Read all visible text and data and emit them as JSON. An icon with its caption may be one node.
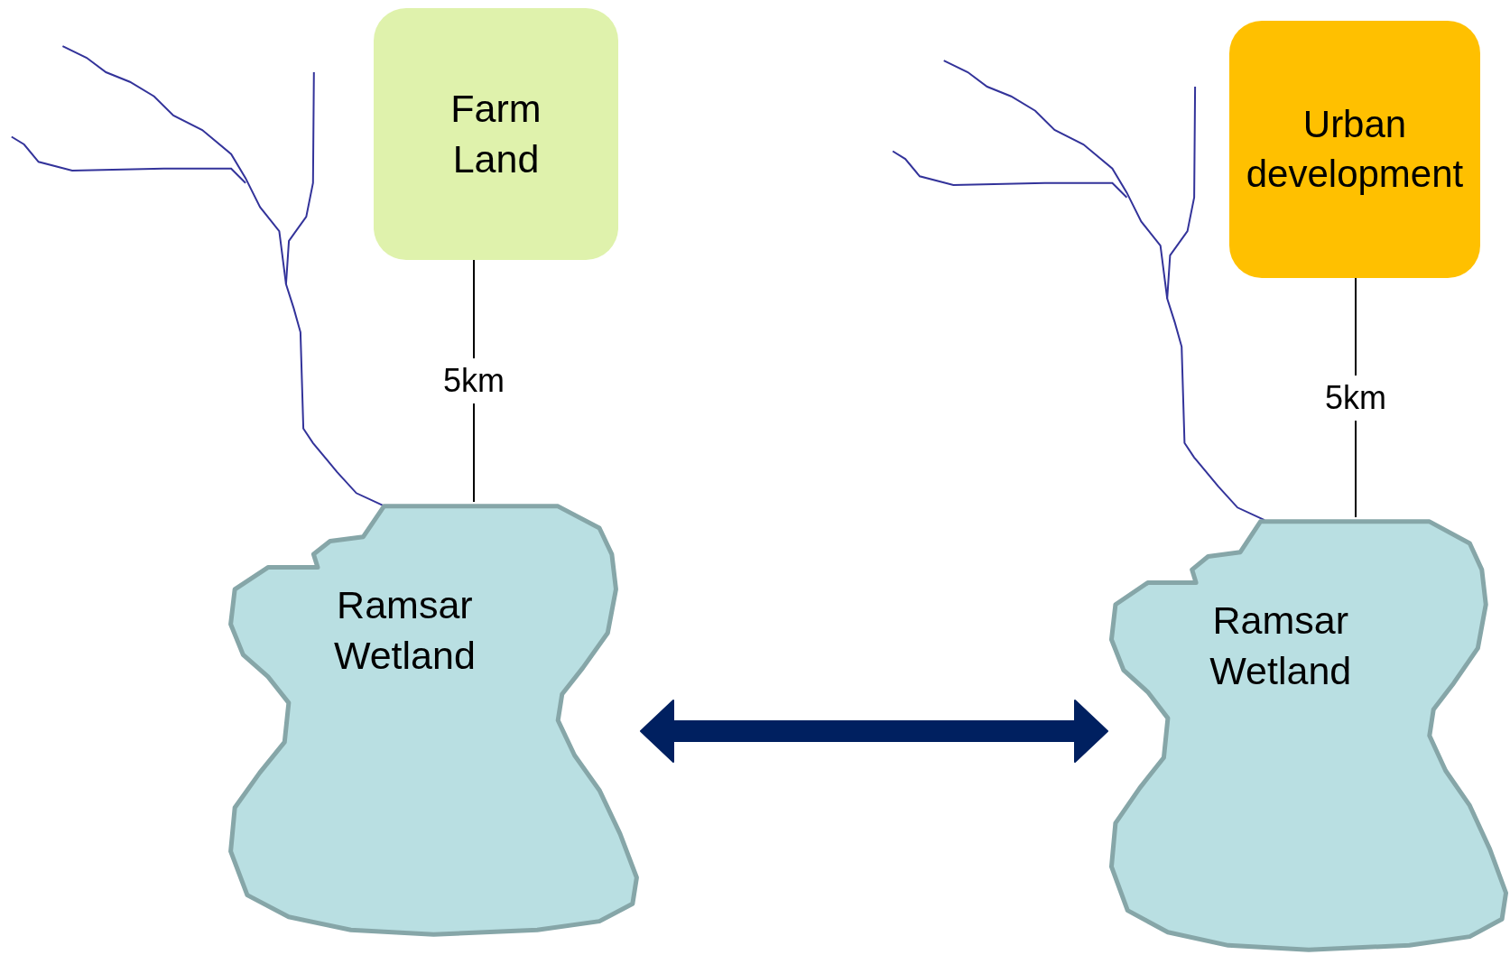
{
  "diagram": {
    "nodes": [
      {
        "text": [
          "Farm Land"
        ]
      },
      {
        "text": [
          "Ramsar Wetland"
        ]
      },
      {
        "text": [
          "Urban development"
        ]
      },
      {
        "text": [
          "Ramsar Wetland"
        ]
      }
    ],
    "edges": [
      {
        "from": 0,
        "to": 1,
        "arrow": "none",
        "label": "5km"
      },
      {
        "from": 2,
        "to": 3,
        "arrow": "none",
        "label": "5km"
      },
      {
        "from": 1,
        "to": 3,
        "arrow": "both",
        "style": "thick",
        "color": "#002060"
      }
    ]
  }
}
